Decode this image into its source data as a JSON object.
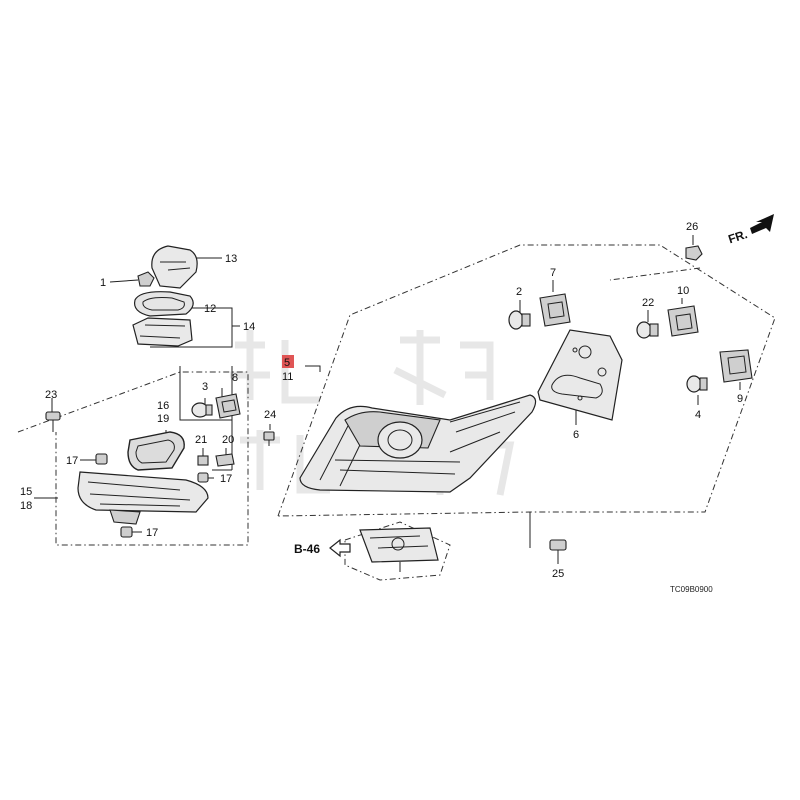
{
  "diagram": {
    "callouts": {
      "c1": "1",
      "c2": "2",
      "c3": "3",
      "c4": "4",
      "c5": "5",
      "c6": "6",
      "c7": "7",
      "c8": "8",
      "c9": "9",
      "c10": "10",
      "c11": "11",
      "c12": "12",
      "c13": "13",
      "c14": "14",
      "c15": "15",
      "c16": "16",
      "c17a": "17",
      "c17b": "17",
      "c17c": "17",
      "c18": "18",
      "c19": "19",
      "c20": "20",
      "c21": "21",
      "c22": "22",
      "c23": "23",
      "c24": "24",
      "c25": "25",
      "c26": "26"
    },
    "front_arrow_label": "FR.",
    "ref_label": "B-46",
    "figure_code": "TC09B0900",
    "highlight_color": "#e05555"
  }
}
